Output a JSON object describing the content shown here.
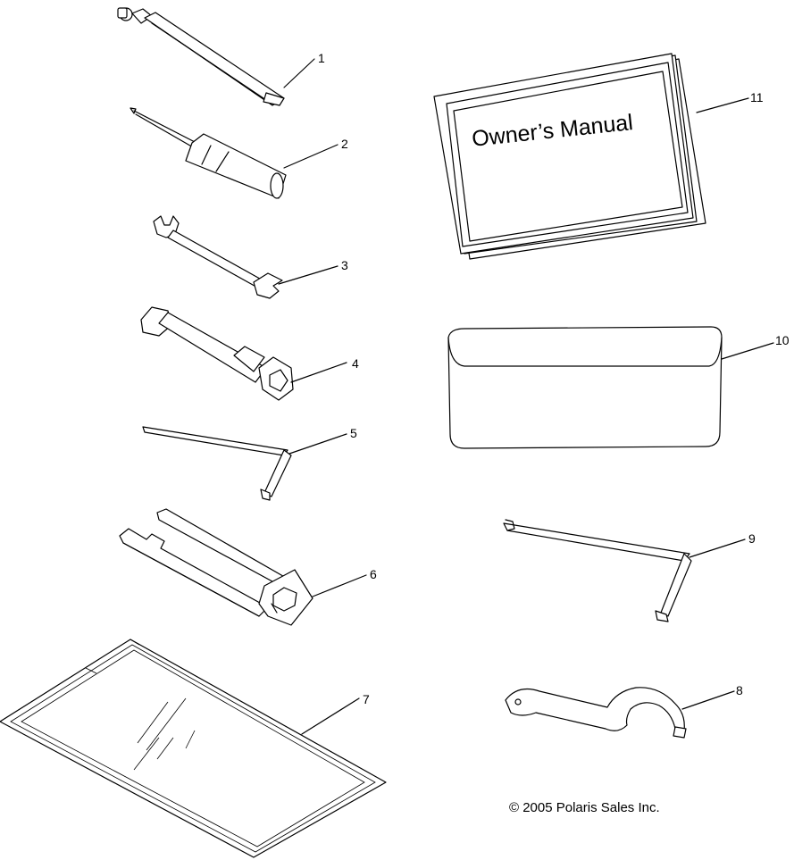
{
  "callouts": {
    "c1": "1",
    "c2": "2",
    "c3": "3",
    "c4": "4",
    "c5": "5",
    "c6": "6",
    "c7": "7",
    "c8": "8",
    "c9": "9",
    "c10": "10",
    "c11": "11"
  },
  "manual": {
    "cover_title": "Owner’s Manual"
  },
  "footer": {
    "copyright": "© 2005 Polaris Sales Inc."
  },
  "parts": [
    {
      "callout": "1",
      "icon": "tire-pressure-gauge-icon"
    },
    {
      "callout": "2",
      "icon": "screwdriver-icon"
    },
    {
      "callout": "3",
      "icon": "open-end-wrench-icon"
    },
    {
      "callout": "4",
      "icon": "spark-plug-socket-wrench-icon"
    },
    {
      "callout": "5",
      "icon": "small-hex-key-icon"
    },
    {
      "callout": "6",
      "icon": "tool-holder-wrench-icon"
    },
    {
      "callout": "7",
      "icon": "clear-plastic-sleeve-icon"
    },
    {
      "callout": "8",
      "icon": "spanner-wrench-icon"
    },
    {
      "callout": "9",
      "icon": "large-hex-key-icon"
    },
    {
      "callout": "10",
      "icon": "tool-pouch-icon"
    },
    {
      "callout": "11",
      "icon": "owners-manual-icon"
    }
  ]
}
